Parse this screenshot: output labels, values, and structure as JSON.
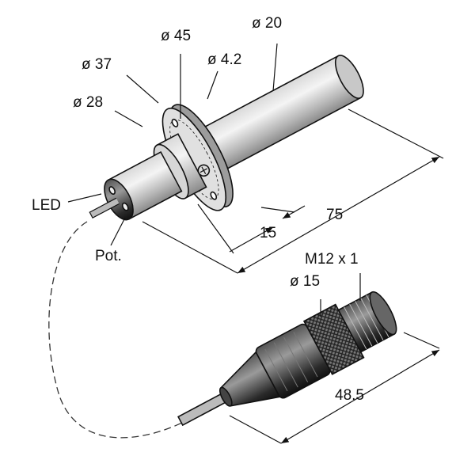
{
  "labels": {
    "dia45": "ø 45",
    "dia20": "ø 20",
    "dia37": "ø 37",
    "dia4_2": "ø 4.2",
    "dia28": "ø 28",
    "led": "LED",
    "pot": "Pot.",
    "len75": "75",
    "len15": "15",
    "thread": "M12 x 1",
    "dia15": "ø 15",
    "len48_5": "48.5"
  }
}
